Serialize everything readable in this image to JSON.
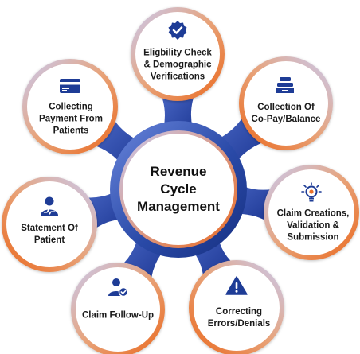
{
  "center": {
    "lines": [
      "Revenue",
      "Cycle",
      "Management"
    ]
  },
  "nodes": [
    {
      "id": "eligibility",
      "icon": "verified-badge-icon",
      "lines": [
        "Eligbility Check",
        "& Demographic",
        "Verifications"
      ]
    },
    {
      "id": "copay",
      "icon": "tray-stack-icon",
      "lines": [
        "Collection Of",
        "Co-Pay/Balance"
      ]
    },
    {
      "id": "claim-creation",
      "icon": "lightbulb-gear-icon",
      "lines": [
        "Claim Creations,",
        "Validation &",
        "Submission"
      ]
    },
    {
      "id": "denials",
      "icon": "warning-triangle-icon",
      "lines": [
        "Correcting",
        "Errors/Denials"
      ]
    },
    {
      "id": "followup",
      "icon": "user-check-icon",
      "lines": [
        "Claim Follow-Up"
      ]
    },
    {
      "id": "statement",
      "icon": "user-pulse-icon",
      "lines": [
        "Statement Of",
        "Patient"
      ]
    },
    {
      "id": "payment",
      "icon": "credit-card-icon",
      "lines": [
        "Collecting",
        "Payment From",
        "Patients"
      ]
    }
  ],
  "colors": {
    "hub": "#1e3c96",
    "hub_light": "#5a78d2",
    "ring_orange": "#e96f2a",
    "ring_lilac": "#b8b8e6",
    "icon": "#1e3c96"
  }
}
